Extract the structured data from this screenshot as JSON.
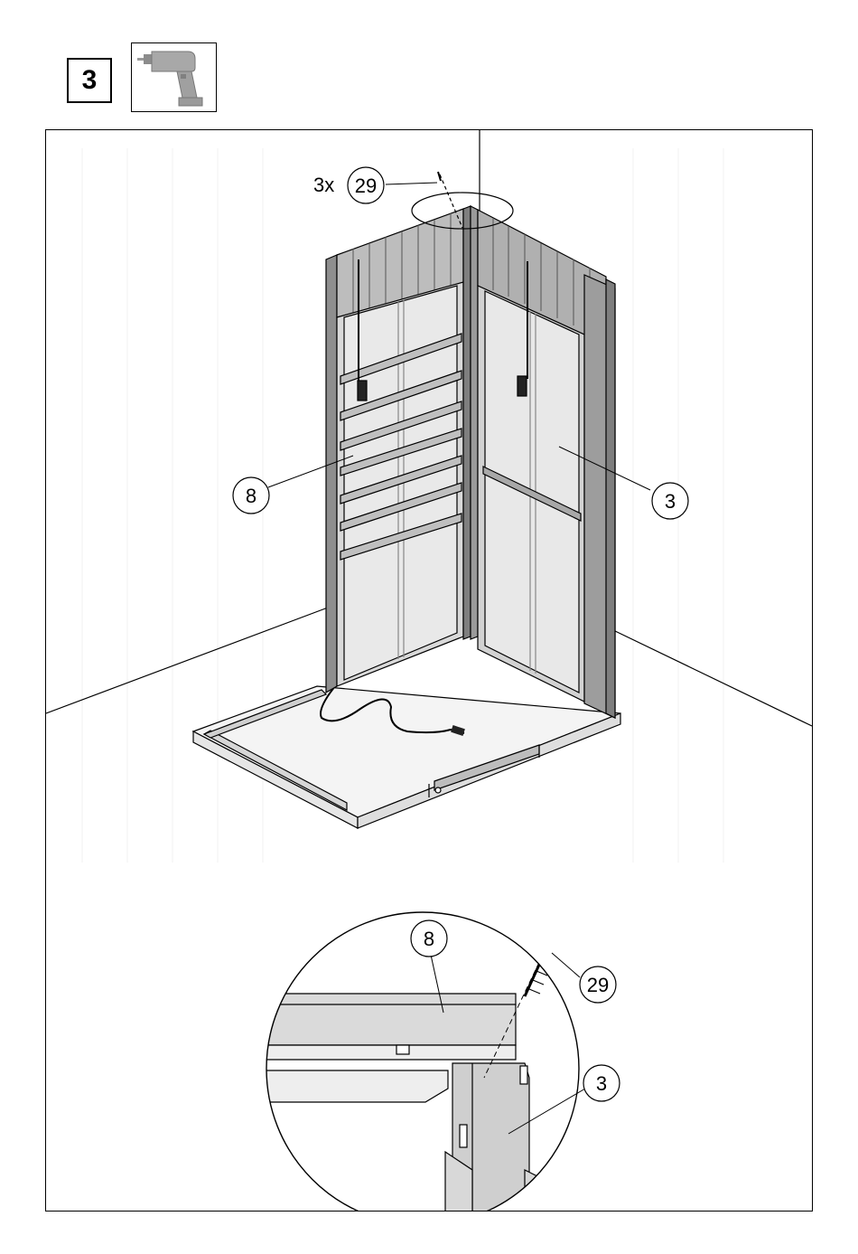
{
  "step": {
    "number": "3"
  },
  "tool": {
    "icon": "drill-icon"
  },
  "callouts": {
    "screw_quantity": "3x",
    "screw_part": "29",
    "left_panel_part": "8",
    "right_panel_part": "3"
  },
  "detail": {
    "top_part": "8",
    "screw_part": "29",
    "post_part": "3"
  }
}
